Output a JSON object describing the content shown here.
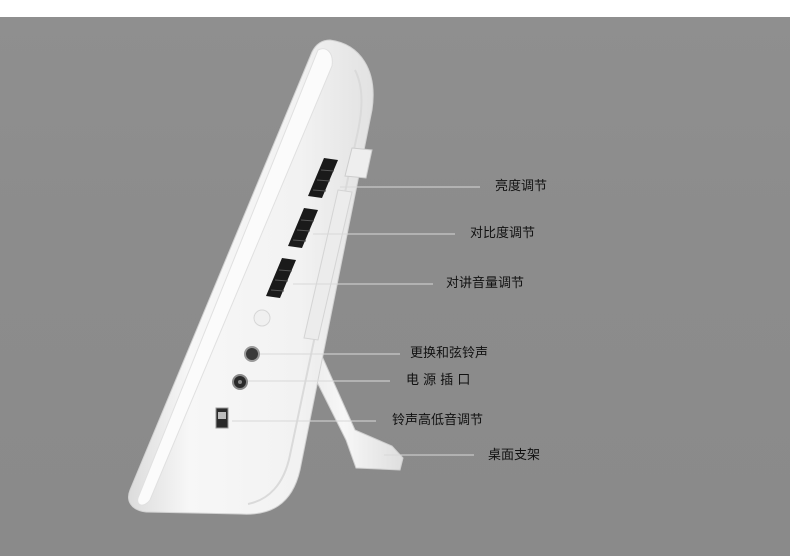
{
  "colors": {
    "background": "#8c8c8c",
    "device_body": "#f4f4f4",
    "leader_line": "#d8d8d8",
    "label_text": "#111111"
  },
  "callouts": [
    {
      "id": "brightness",
      "label": "亮度调节"
    },
    {
      "id": "contrast",
      "label": "对比度调节"
    },
    {
      "id": "intercom-volume",
      "label": "对讲音量调节"
    },
    {
      "id": "ringtone-change",
      "label": "更换和弦铃声"
    },
    {
      "id": "power-socket",
      "label": "电 源 插 口"
    },
    {
      "id": "ringtone-volume",
      "label": "铃声高低音调节"
    },
    {
      "id": "desk-stand",
      "label": "桌面支架"
    }
  ]
}
